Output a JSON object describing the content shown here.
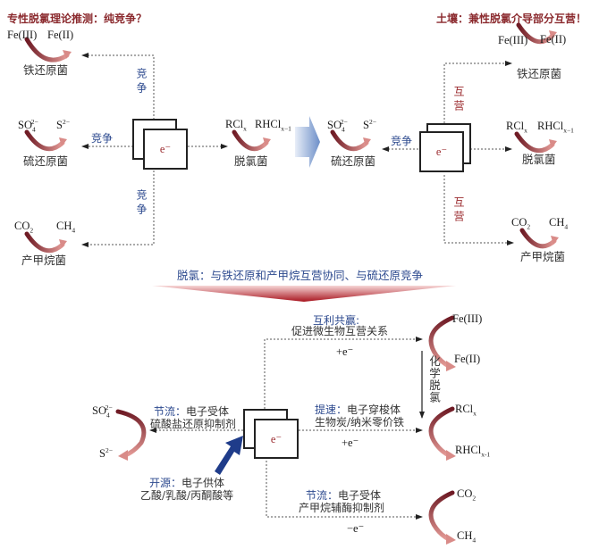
{
  "top_left": {
    "title": "专性脱氯理论推测：纯竞争？",
    "iron": {
      "from": "Fe(III)",
      "to": "Fe(II)",
      "organism": "铁还原菌"
    },
    "sulfate": {
      "from_base": "SO",
      "from_sub": "4",
      "from_sup": "2−",
      "to_base": "S",
      "to_sup": "2−",
      "organism": "硫还原菌"
    },
    "methane": {
      "from_base": "CO",
      "from_sub": "2",
      "to_base": "CH",
      "to_sub": "4",
      "organism": "产甲烷菌"
    },
    "dechlor": {
      "from_base": "RCl",
      "from_sub": "x",
      "to_base": "RHCl",
      "to_sub": "x−1",
      "organism": "脱氯菌"
    },
    "edge_labels": {
      "top": "竞争",
      "left": "竞争",
      "bottom": "竞争"
    },
    "electron": "e⁻"
  },
  "top_right": {
    "title": "土壤：兼性脱氯介导部分互营！",
    "iron": {
      "from": "Fe(III)",
      "to": "Fe(II)",
      "organism": "铁还原菌"
    },
    "sulfate": {
      "from_base": "SO",
      "from_sub": "4",
      "from_sup": "2−",
      "to_base": "S",
      "to_sup": "2−",
      "organism": "硫还原菌"
    },
    "dechlor": {
      "from_base": "RCl",
      "from_sub": "x",
      "to_base": "RHCl",
      "to_sub": "x−1",
      "organism": "脱氯菌"
    },
    "methane": {
      "from_base": "CO",
      "from_sub": "2",
      "to_base": "CH",
      "to_sub": "4",
      "organism": "产甲烷菌"
    },
    "edge_labels": {
      "top": "互营",
      "left": "竞争",
      "bottom": "互营"
    },
    "electron": "e⁻"
  },
  "summary": "脱氯：与铁还原和产甲烷互营协同、与硫还原竞争",
  "bottom": {
    "electron": "e⁻",
    "win_win": {
      "label_blue": "互利共赢",
      "colon": ":",
      "label_black": "促进微生物互营关系",
      "flow": "+e⁻"
    },
    "speed_up": {
      "label_blue": "提速",
      "colon": "：",
      "label_black1": "电子穿梭体",
      "label_black2": "生物炭/纳米零价铁",
      "flow": "+e⁻"
    },
    "throttle_sulfate": {
      "label_blue": "节流",
      "colon": "：",
      "label_black1": "电子受体",
      "label_black2": "硫酸盐还原抑制剂"
    },
    "throttle_methane": {
      "label_blue": "节流",
      "colon": "：",
      "label_black1": "电子受体",
      "label_black2": "产甲烷辅酶抑制剂",
      "flow": "−e⁻"
    },
    "source": {
      "label_blue": "开源",
      "colon": "：",
      "label_black1": "电子供体",
      "label_black2": "乙酸/乳酸/丙酮酸等"
    },
    "chem_dechlor": "化学脱氯",
    "iron": {
      "from": "Fe(III)",
      "to": "Fe(II)"
    },
    "dechlor": {
      "from_base": "RCl",
      "from_sub": "x",
      "to_base": "RHCl",
      "to_sub": "x-1"
    },
    "methane": {
      "from_base": "CO",
      "from_sub": "2",
      "to_base": "CH",
      "to_sub": "4"
    },
    "sulfate": {
      "from_base": "SO",
      "from_sub": "4",
      "from_sup": "2−",
      "to_base": "S",
      "to_sup": "2−"
    }
  },
  "colors": {
    "title_red": "#8b2a2e",
    "label_blue": "#2d4a8f",
    "arc_dark": "#7a1e2a",
    "arc_light": "#e08a8a",
    "big_arrow_blue": "#1f3c8a"
  }
}
